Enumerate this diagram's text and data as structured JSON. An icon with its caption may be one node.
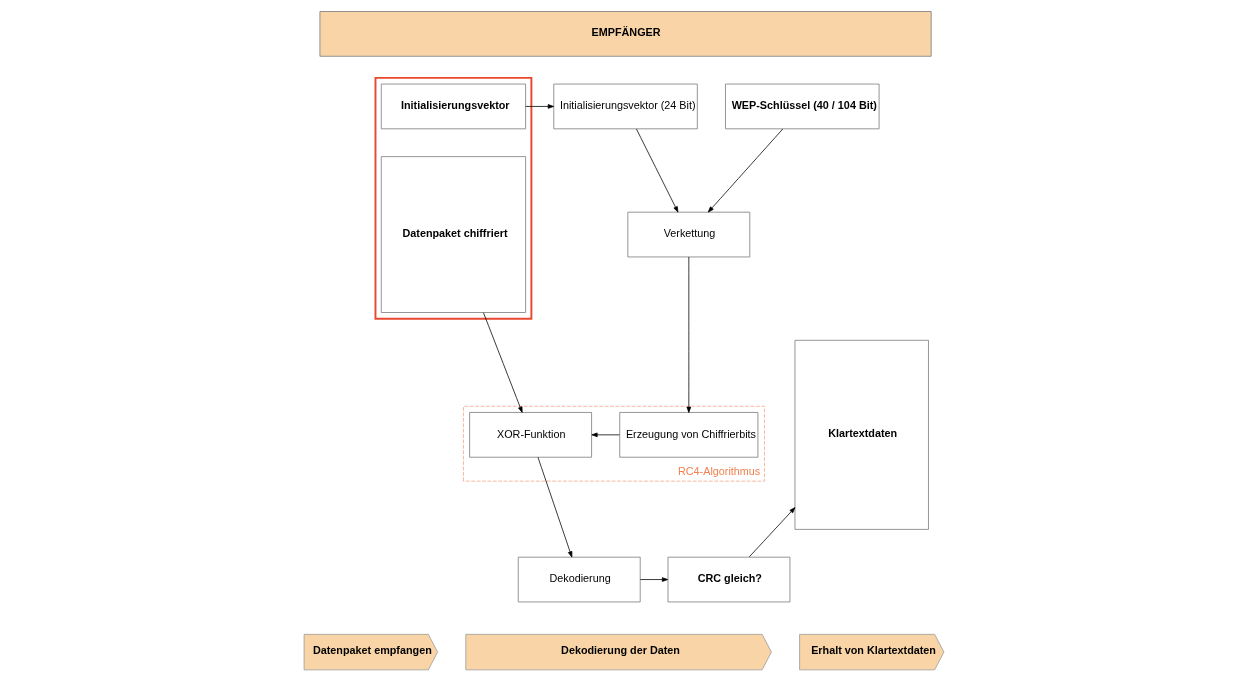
{
  "diagram": {
    "nodes": [
      {
        "text": [
          "EMPFÄNGER"
        ]
      },
      {
        "text": [],
        "shape": "box"
      },
      {
        "text": [
          "Initialisierungsvektor"
        ],
        "in": 1
      },
      {
        "text": [
          "Datenpaket chiffriert"
        ],
        "in": 1
      },
      {
        "text": [
          "Initialisierungsvektor (24 Bit)"
        ]
      },
      {
        "text": [
          "WEP-Schlüssel (40 / 104 Bit)"
        ]
      },
      {
        "text": [
          "Verkettung"
        ]
      },
      {
        "text": [
          "RC4-Algorithmus"
        ]
      },
      {
        "text": [
          "XOR-Funktion"
        ],
        "in": 7
      },
      {
        "text": [
          "Erzeugung von Chiffrierbits"
        ],
        "in": 7
      },
      {
        "text": [
          "Klartextdaten"
        ]
      },
      {
        "text": [
          "Dekodierung"
        ]
      },
      {
        "text": [
          "CRC gleich?"
        ]
      },
      {
        "text": [
          "Datenpaket empfangen"
        ]
      },
      {
        "text": [
          "Dekodierung der Daten"
        ]
      },
      {
        "text": [
          "Erhalt von Klartextdaten"
        ]
      }
    ],
    "edges": [
      {
        "from": 2,
        "to": 4,
        "arrow": "to"
      },
      {
        "from": 4,
        "to": 6,
        "arrow": "to"
      },
      {
        "from": 5,
        "to": 6,
        "arrow": "to"
      },
      {
        "from": 6,
        "to": 9,
        "arrow": "to"
      },
      {
        "from": 9,
        "to": 8,
        "arrow": "to"
      },
      {
        "from": 3,
        "to": 8,
        "arrow": "to"
      },
      {
        "from": 8,
        "to": 11,
        "arrow": "to"
      },
      {
        "from": 11,
        "to": 12,
        "arrow": "to"
      },
      {
        "from": 12,
        "to": 10,
        "arrow": "to"
      }
    ]
  }
}
